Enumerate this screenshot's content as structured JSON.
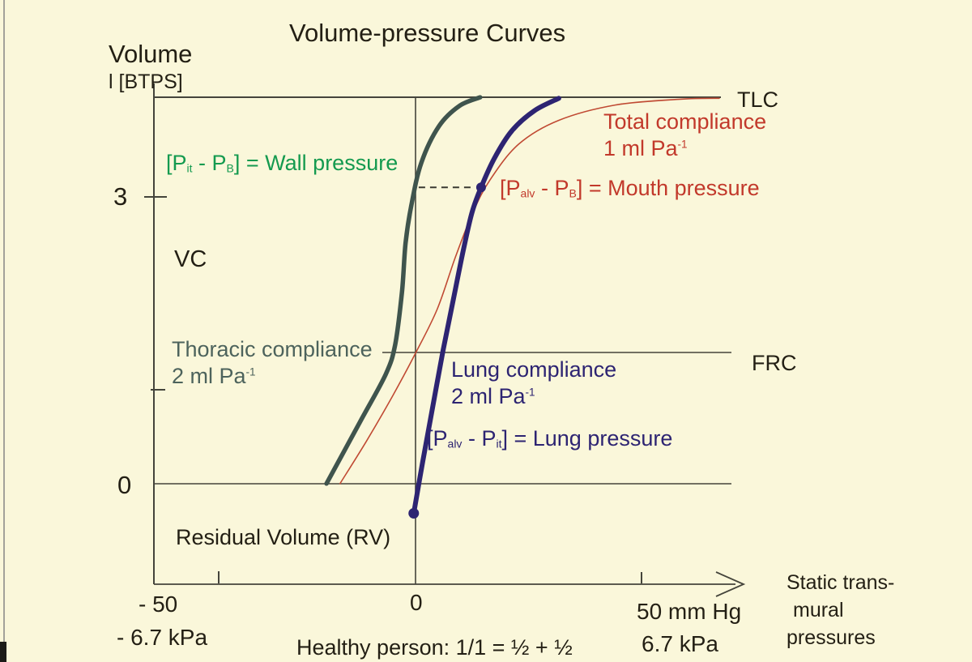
{
  "title": "Volume-pressure Curves",
  "y_axis": {
    "label_line1": "Volume",
    "label_line2": "l [BTPS]",
    "tick_3": "3",
    "tick_0": "0"
  },
  "x_axis": {
    "tick_neg50": "- 50",
    "tick_neg50_kpa": "- 6.7 kPa",
    "tick_0": "0",
    "tick_50": "50 mm Hg",
    "tick_50_kpa": "6.7 kPa",
    "axis_label": [
      "Static trans-",
      "mural",
      "pressures"
    ]
  },
  "labels": {
    "tlc": "TLC",
    "frc": "FRC",
    "vc": "VC",
    "rv": "Residual Volume (RV)",
    "wall_pressure": {
      "p1": "[P",
      "s1": "it",
      "p2": " - P",
      "s2": "B",
      "p3": "] = Wall pressure"
    },
    "mouth_pressure": {
      "p1": "[P",
      "s1": "alv",
      "p2": " - P",
      "s2": "B",
      "p3": "] = Mouth pressure"
    },
    "lung_pressure": {
      "p1": "[P",
      "s1": "alv",
      "p2": " - P",
      "s2": "it",
      "p3": "] = Lung pressure"
    },
    "total_compliance": {
      "line1": "Total compliance",
      "line2": "1 ml Pa",
      "sup": "-1"
    },
    "thoracic_compliance": {
      "line1": "Thoracic compliance",
      "line2": "2 ml Pa",
      "sup": "-1"
    },
    "lung_compliance": {
      "line1": "Lung compliance",
      "line2": "2 ml Pa",
      "sup": "-1"
    },
    "footnote": "Healthy person: 1/1 = ½ + ½"
  },
  "colors": {
    "background": "#FAF7DA",
    "text_black": "#231F14",
    "green_text": "#149A4F",
    "red_text": "#C2392B",
    "navy_text": "#2D2472",
    "slate_text": "#4D635C",
    "axis_gray": "#44443B"
  },
  "chart_data": {
    "type": "line",
    "title": "Volume-pressure Curves",
    "xlabel": "Static trans-mural pressures",
    "ylabel": "Volume l [BTPS]",
    "x_units": [
      "mm Hg",
      "kPa"
    ],
    "x_ticks_mmHg": [
      -50,
      0,
      50
    ],
    "x_ticks_kPa": [
      -6.7,
      0,
      6.7
    ],
    "y_ticks": [
      0,
      3
    ],
    "xlim": [
      -58,
      71
    ],
    "ylim": [
      -1.05,
      4.2
    ],
    "grid": false,
    "reference_levels": {
      "TLC": 4.04,
      "FRC": 1.37,
      "zero_volume": 0
    },
    "series": [
      {
        "name": "Thoracic compliance",
        "annotation": "2 ml Pa-1",
        "color": "#3F544D",
        "stroke_width": 5.5,
        "points": [
          [
            -19.7,
            0.01
          ],
          [
            -12.2,
            0.66
          ],
          [
            -6.6,
            1.15
          ],
          [
            -4.5,
            1.46
          ],
          [
            -3.0,
            2.01
          ],
          [
            -2.2,
            2.52
          ],
          [
            -0.9,
            2.92
          ],
          [
            1.3,
            3.36
          ],
          [
            5.2,
            3.74
          ],
          [
            9.7,
            3.95
          ],
          [
            14.3,
            4.04
          ]
        ]
      },
      {
        "name": "Total compliance",
        "annotation": "1 ml Pa-1",
        "color": "#C04A33",
        "stroke_width": 1.6,
        "points": [
          [
            -16.7,
            0.01
          ],
          [
            -10.9,
            0.45
          ],
          [
            -5.0,
            0.93
          ],
          [
            0,
            1.37
          ],
          [
            4.8,
            1.83
          ],
          [
            8.8,
            2.37
          ],
          [
            12.7,
            2.84
          ],
          [
            16.5,
            3.18
          ],
          [
            22.8,
            3.55
          ],
          [
            31.7,
            3.8
          ],
          [
            44.3,
            3.96
          ],
          [
            58.6,
            4.02
          ],
          [
            67.2,
            4.03
          ]
        ]
      },
      {
        "name": "Lung compliance",
        "annotation": "2 ml Pa-1",
        "color": "#2D2472",
        "stroke_width": 6,
        "points": [
          [
            -0.4,
            -0.3
          ],
          [
            1.6,
            0.24
          ],
          [
            3.8,
            0.81
          ],
          [
            6.1,
            1.4
          ],
          [
            8.4,
            1.94
          ],
          [
            10.6,
            2.45
          ],
          [
            12.5,
            2.84
          ],
          [
            14.5,
            3.1
          ],
          [
            17.4,
            3.4
          ],
          [
            21.3,
            3.69
          ],
          [
            26.3,
            3.9
          ],
          [
            31.7,
            4.03
          ]
        ]
      }
    ],
    "markers": [
      {
        "name": "mouth-pressure-point",
        "x": 14.5,
        "y": 3.1,
        "r": 6,
        "color": "#2D2472"
      },
      {
        "name": "rv-point",
        "x": -0.4,
        "y": -0.3,
        "r": 6.5,
        "color": "#2D2472"
      }
    ],
    "dashed_guide": {
      "from": [
        0.7,
        3.1
      ],
      "to": [
        13.2,
        3.1
      ],
      "color": "#3A3A32"
    }
  }
}
